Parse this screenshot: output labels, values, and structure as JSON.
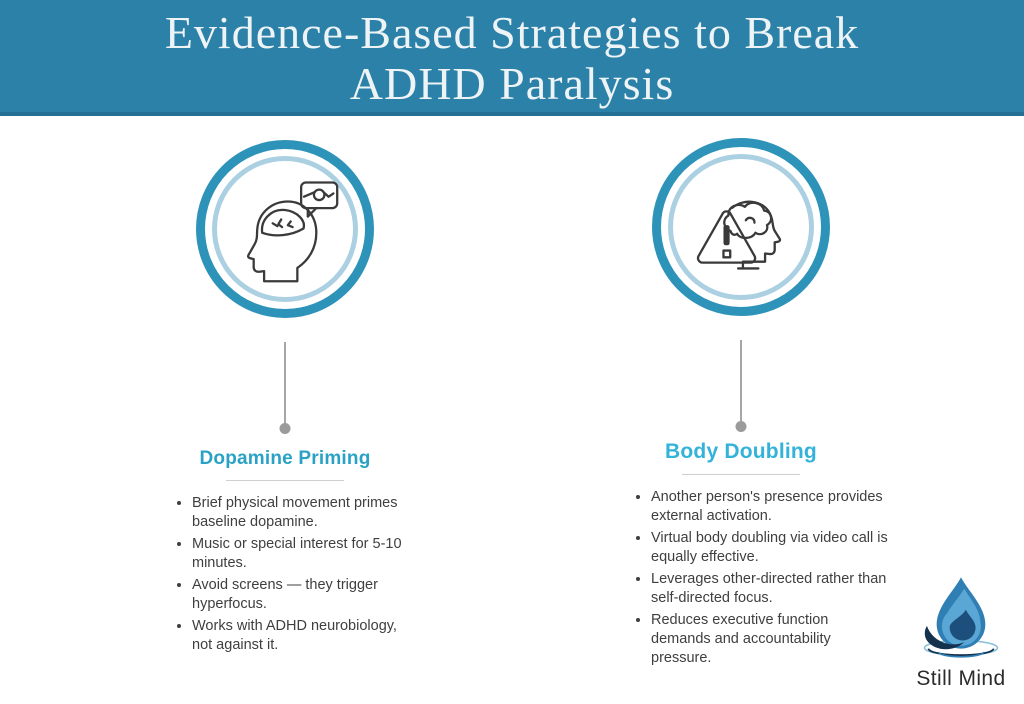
{
  "header": {
    "title_lines": [
      "Evidence-Based Strategies to Break",
      "ADHD Paralysis"
    ],
    "background_color": "#2b81a8",
    "text_color": "#eef3f5"
  },
  "theme": {
    "accent_teal": "#2e93b8",
    "ring_light": "#abd0e2",
    "connector_gray": "#a6a6a6",
    "body_text": "#3f3f3f",
    "divider_gray": "#cfcfcf",
    "header_bg": "#2b81a8",
    "header_text": "#eef3f5"
  },
  "strategies": [
    {
      "title": "Dopamine Priming",
      "title_color": "#2aa2c5",
      "icon": "head-brain-speech-bubble-icon",
      "bullets": [
        "Brief physical movement primes baseline dopamine.",
        "Music or special interest for 5-10 minutes.",
        "Avoid screens — they trigger hyperfocus.",
        "Works with ADHD neurobiology, not against it."
      ]
    },
    {
      "title": "Body Doubling",
      "title_color": "#33b3da",
      "icon": "head-brain-warning-triangle-icon",
      "bullets": [
        "Another person's presence provides external activation.",
        "Virtual body doubling via video call is equally effective.",
        "Leverages other-directed rather than self-directed focus.",
        "Reduces executive function demands and accountability pressure."
      ]
    }
  ],
  "logo": {
    "name": "Still Mind",
    "drop_blue": "#2f7fb5",
    "drop_light": "#5aa7d6",
    "drop_dark": "#1c4f7c",
    "swirl_navy": "#14324e",
    "logo_text": "#2c2c2c"
  }
}
